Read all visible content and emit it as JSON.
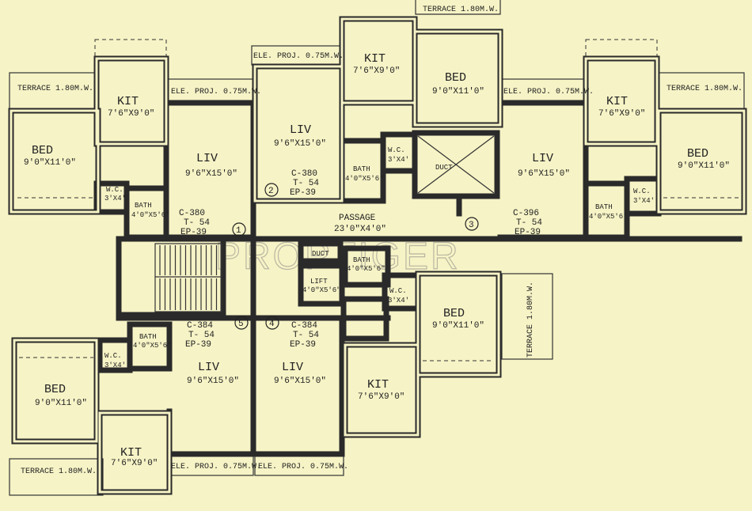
{
  "watermark": "PROPTIGER",
  "flat_markers": [
    "1",
    "2",
    "3",
    "4",
    "5"
  ],
  "rooms": {
    "bed": "BED",
    "kit": "KIT",
    "liv": "LIV",
    "bath": "BATH",
    "wc": "W.C.",
    "duct": "DUCT",
    "lift": "LIFT",
    "passage": "PASSAGE"
  },
  "dims": {
    "bed": "9'0\"X11'0\"",
    "kit": "7'6\"X9'0\"",
    "liv": "9'6\"X15'0\"",
    "bath": "4'0\"X5'6\"",
    "wc": "3'X4'",
    "lift": "4'0\"X5'6\"",
    "passage": "23'0\"X4'0\""
  },
  "areas": {
    "flat1": [
      "C-380",
      "T- 54",
      "EP-39"
    ],
    "flat2": [
      "C-380",
      "T- 54",
      "EP-39"
    ],
    "flat3": [
      "C-396",
      "T- 54",
      "EP-39"
    ],
    "flat4": [
      "C-384",
      "T- 54",
      "EP-39"
    ],
    "flat5": [
      "C-384",
      "T- 54",
      "EP-39"
    ]
  },
  "labels": {
    "terrace": "TERRACE 1.80M.W.",
    "ele_proj": "ELE. PROJ. 0.75M.W."
  },
  "colors": {
    "paper": "#f6f3c6",
    "ink": "#2a2a2a"
  }
}
